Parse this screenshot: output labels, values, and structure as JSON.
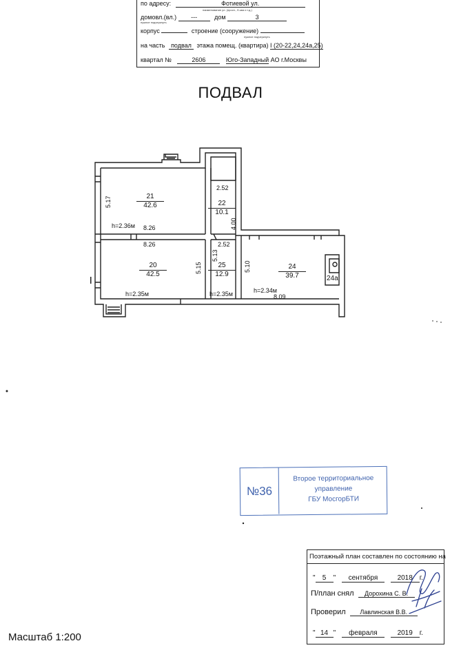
{
  "header": {
    "address_label": "по адресу:",
    "street": "Фотиевой ул.",
    "street_caption": "наименование ул. (просп., б-ьва и т.д.)",
    "house_label": "домовл.(вл.)",
    "house_value": "---",
    "house_caption": "нужное подчеркнуть",
    "dom_label": "дом",
    "dom_value": "3",
    "korpus_label": "корпус",
    "stroenie_label": "строение (сооружение)",
    "stroenie_caption": "нужное подчеркнуть",
    "part_label": "на часть",
    "part_value": "подвал",
    "part_rest": "этажа помещ. (квартира)",
    "part_rooms": "I (20-22,24,24а,25)",
    "kvartal_label": "квартал №",
    "kvartal_value": "2606",
    "district": "Юго-Западный",
    "city": "АО г.Москвы"
  },
  "title": "ПОДВАЛ",
  "plan": {
    "rooms": [
      {
        "num": "21",
        "area": "42.6"
      },
      {
        "num": "22",
        "area": "10.1"
      },
      {
        "num": "20",
        "area": "42.5"
      },
      {
        "num": "25",
        "area": "12.9"
      },
      {
        "num": "24",
        "area": "39.7"
      }
    ],
    "room_24a": "24а",
    "dims": {
      "d_517": "5.17",
      "d_826_top": "8.26",
      "d_826_bottom": "8.26",
      "d_252_top": "2.52",
      "d_400": "4.00",
      "d_252_mid": "2.52",
      "d_513": "5.13",
      "d_515": "5.15",
      "d_510": "5.10",
      "d_809": "8.09"
    },
    "heights": {
      "h21": "h=2.36м",
      "h20": "h=2.35м",
      "h25": "h=2.35м",
      "h24": "h=2.34м"
    }
  },
  "stamp": {
    "number": "№36",
    "line1": "Второе территориальное",
    "line2": "управление",
    "line3": "ГБУ МосгорБТИ"
  },
  "footer": {
    "state_line": "Поэтажный план составлен по состоянию на",
    "q1_open": "\"",
    "day1": "5",
    "q1_close": "\"",
    "month1": "сентября",
    "year1": "2018",
    "g1": "г.",
    "removed_label": "П/план снял",
    "removed_by": "Дорохина С. В.",
    "checked_label": "Проверил",
    "checked_by": "Лавлинская В.В.",
    "q2_open": "\"",
    "day2": "14",
    "q2_close": "\"",
    "month2": "февраля",
    "year2": "2019",
    "g2": "г."
  },
  "scale": "Масштаб 1:200",
  "colors": {
    "ink": "#222222",
    "stamp_blue": "#4a6fb8",
    "signature_blue": "#2c3f8f"
  }
}
